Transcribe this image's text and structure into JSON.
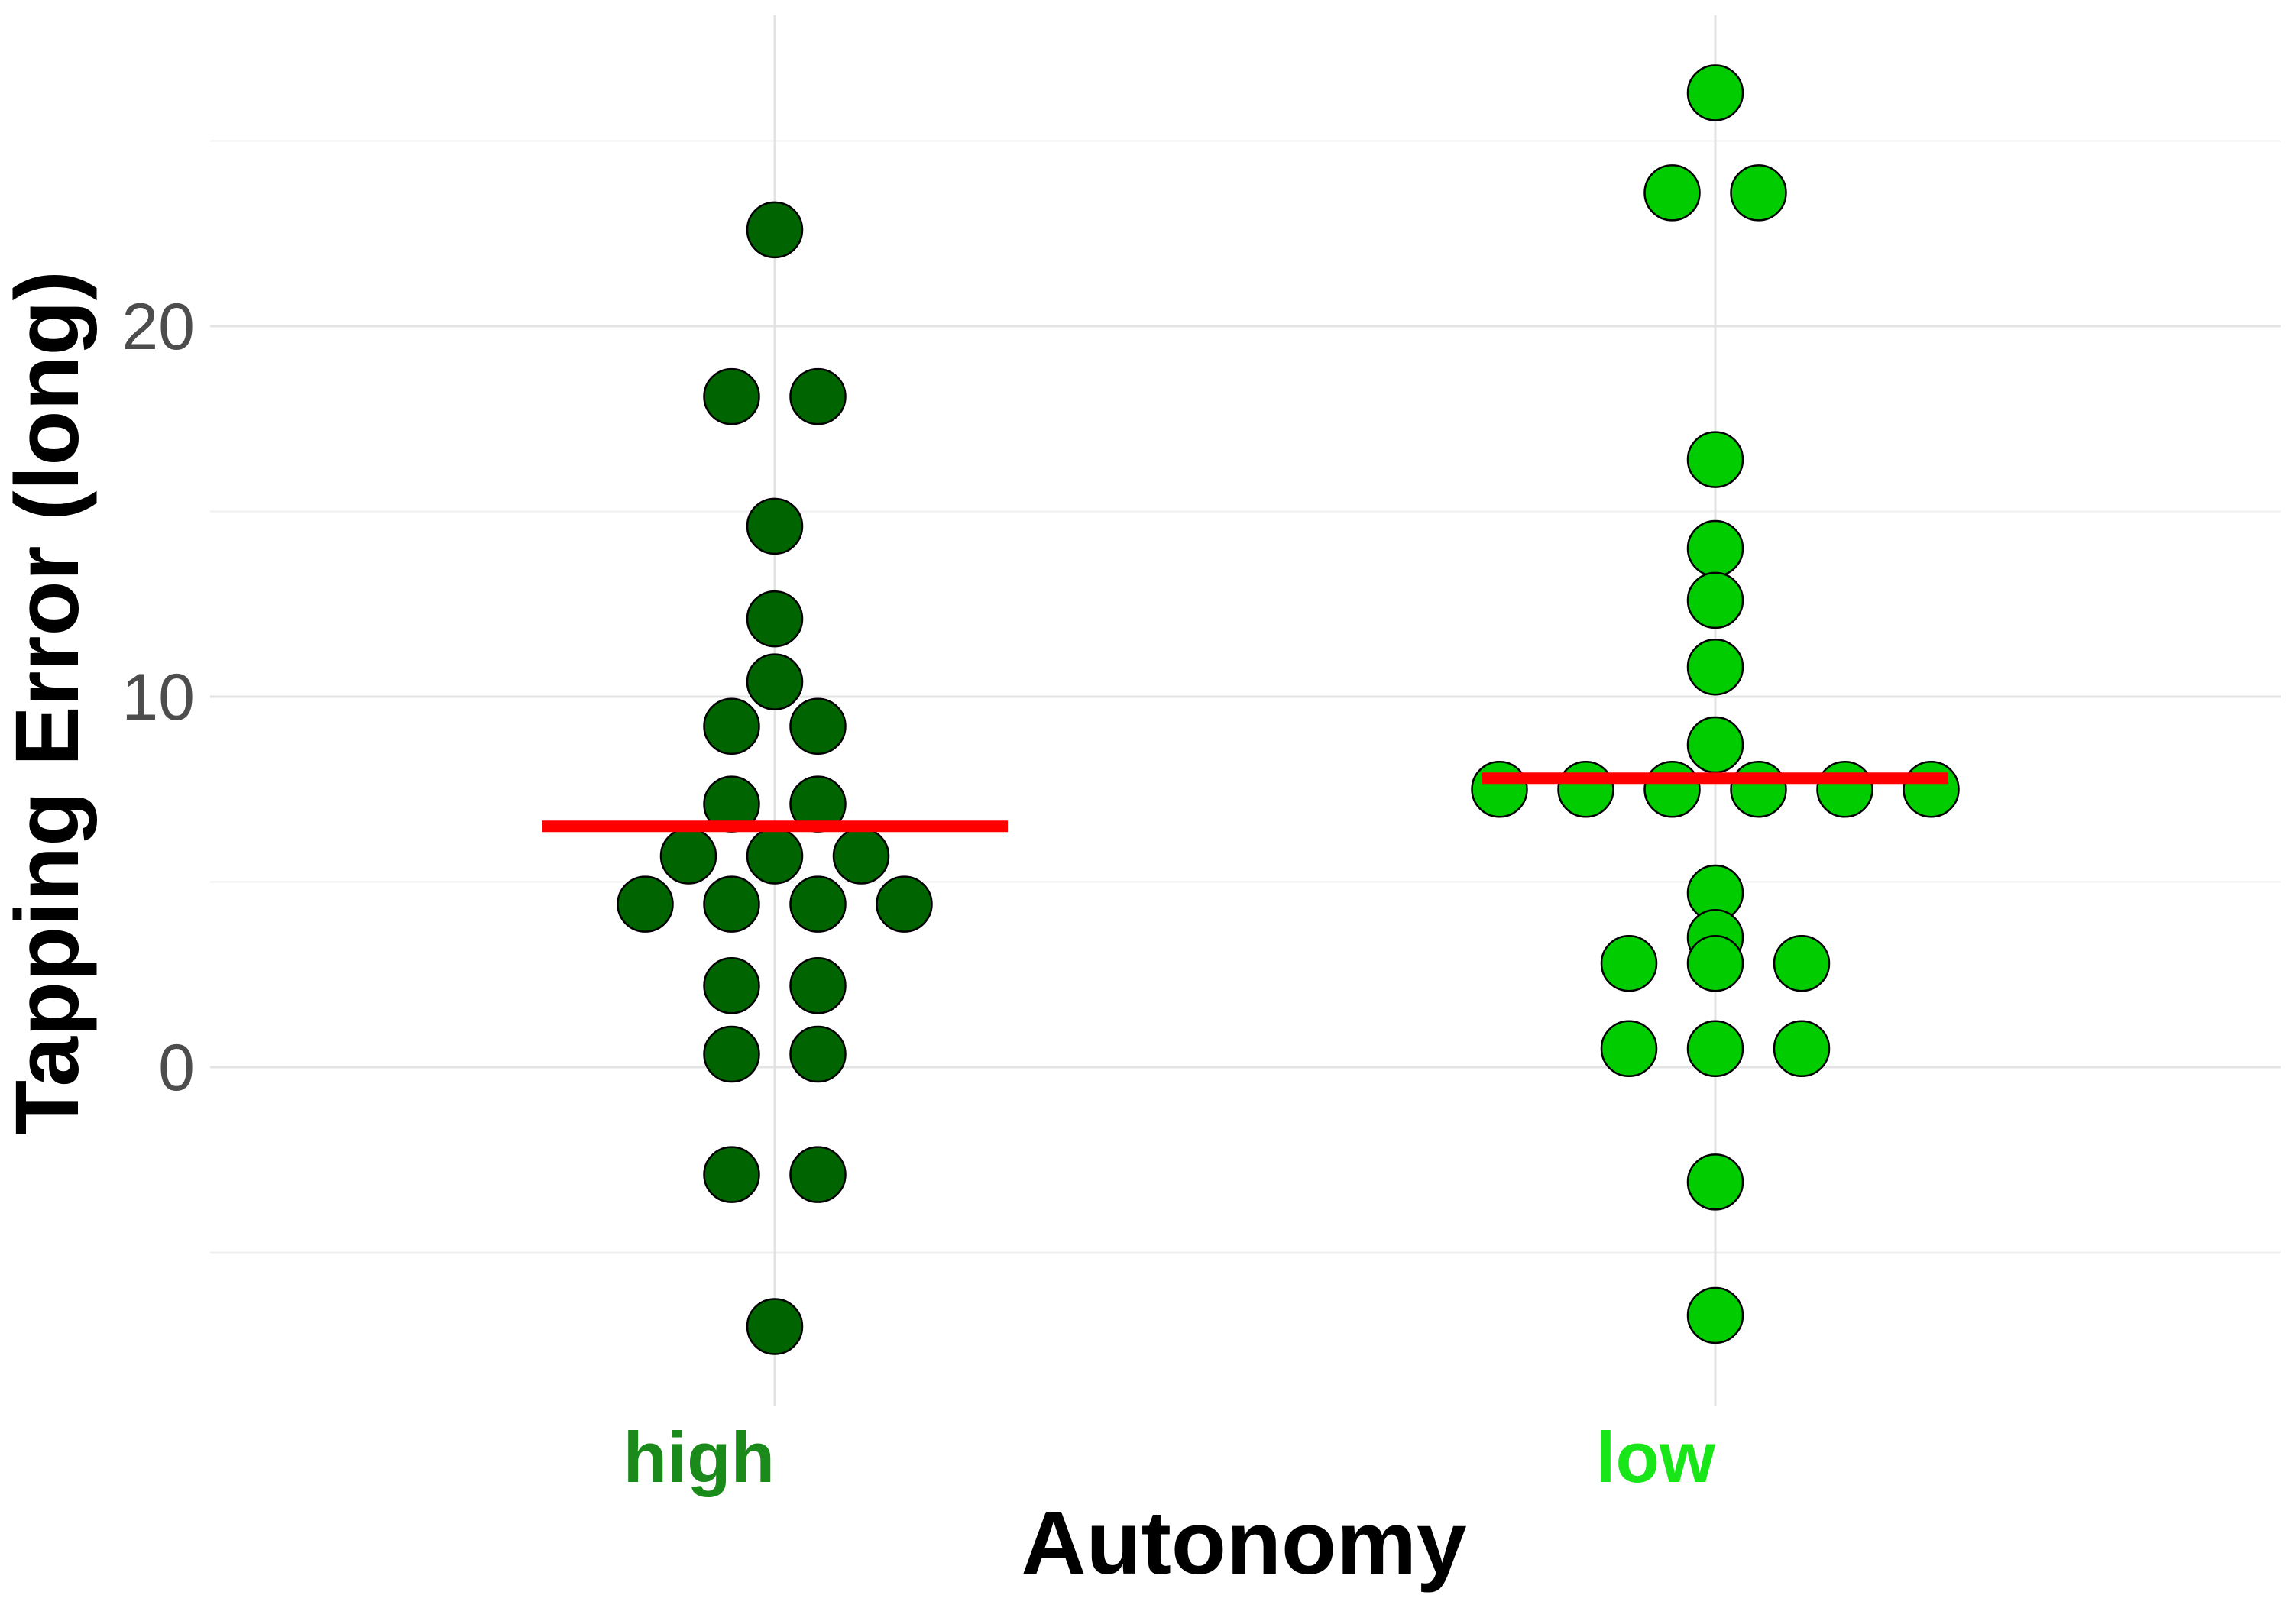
{
  "chart_data": {
    "type": "scatter",
    "subtype": "dotplot",
    "xlabel": "Autonomy",
    "ylabel": "Tapping Error (long)",
    "categories": [
      "high",
      "low"
    ],
    "category_label_colors": [
      "#1a8a1a",
      "#19e619"
    ],
    "yticks": [
      "0",
      "10",
      "20"
    ],
    "ylim": [
      -9,
      28.5
    ],
    "grid": true,
    "legend": "none",
    "series": [
      {
        "category": "high",
        "color": "#006400",
        "points": [
          {
            "slot": 0,
            "y": 22.6
          },
          {
            "slot": -1,
            "y": 18.1
          },
          {
            "slot": 1,
            "y": 18.1
          },
          {
            "slot": 0,
            "y": 14.6
          },
          {
            "slot": 0,
            "y": 12.1
          },
          {
            "slot": 0,
            "y": 10.4
          },
          {
            "slot": -1,
            "y": 9.2
          },
          {
            "slot": 1,
            "y": 9.2
          },
          {
            "slot": -1,
            "y": 7.1
          },
          {
            "slot": 1,
            "y": 7.1
          },
          {
            "slot": -2,
            "y": 5.7
          },
          {
            "slot": 0,
            "y": 5.7
          },
          {
            "slot": 2,
            "y": 5.7
          },
          {
            "slot": -3,
            "y": 4.4
          },
          {
            "slot": -1,
            "y": 4.4
          },
          {
            "slot": 1,
            "y": 4.4
          },
          {
            "slot": 3,
            "y": 4.4
          },
          {
            "slot": -1,
            "y": 2.2
          },
          {
            "slot": 1,
            "y": 2.2
          },
          {
            "slot": -1,
            "y": 0.35
          },
          {
            "slot": 1,
            "y": 0.35
          },
          {
            "slot": -1,
            "y": -2.9
          },
          {
            "slot": 1,
            "y": -2.9
          },
          {
            "slot": 0,
            "y": -7.0
          }
        ],
        "mean": 6.5
      },
      {
        "category": "low",
        "color": "#00cc00",
        "points": [
          {
            "slot": 0,
            "y": 26.3
          },
          {
            "slot": -1,
            "y": 23.6
          },
          {
            "slot": 1,
            "y": 23.6
          },
          {
            "slot": 0,
            "y": 16.4
          },
          {
            "slot": 0,
            "y": 14.0
          },
          {
            "slot": 0,
            "y": 12.6
          },
          {
            "slot": 0,
            "y": 10.8
          },
          {
            "slot": 0,
            "y": 8.7
          },
          {
            "slot": -5,
            "y": 7.5
          },
          {
            "slot": -3,
            "y": 7.5
          },
          {
            "slot": -1,
            "y": 7.5
          },
          {
            "slot": 1,
            "y": 7.5
          },
          {
            "slot": 3,
            "y": 7.5
          },
          {
            "slot": 5,
            "y": 7.5
          },
          {
            "slot": 0,
            "y": 4.7
          },
          {
            "slot": 0,
            "y": 3.5
          },
          {
            "slot": -2,
            "y": 2.8
          },
          {
            "slot": 0,
            "y": 2.8
          },
          {
            "slot": 2,
            "y": 2.8
          },
          {
            "slot": -2,
            "y": 0.5
          },
          {
            "slot": 0,
            "y": 0.5
          },
          {
            "slot": 2,
            "y": 0.5
          },
          {
            "slot": 0,
            "y": -3.1
          },
          {
            "slot": 0,
            "y": -6.7
          }
        ],
        "mean": 7.8
      }
    ],
    "mean_line_color": "#ff0000"
  }
}
